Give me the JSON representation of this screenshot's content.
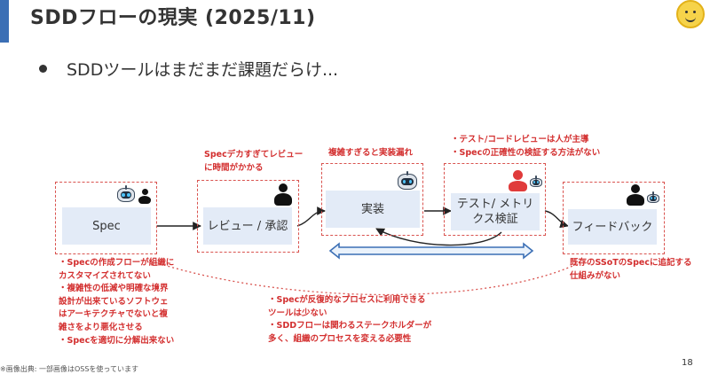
{
  "slide": {
    "title": "SDDフローの現実 (2025/11)",
    "bullet": "SDDツールはまだまだ課題だらけ...",
    "page_number": "18",
    "footnote": "※画像出典: 一部画像はOSSを使っています"
  },
  "flow": {
    "steps": [
      {
        "label": "Spec"
      },
      {
        "label": "レビュー / 承認"
      },
      {
        "label": "実装"
      },
      {
        "label": "テスト/ メトリクス検証"
      },
      {
        "label": "フィードバック"
      }
    ]
  },
  "notes": {
    "review": [
      "Specデカすぎてレビュー",
      "に時間がかかる"
    ],
    "impl": [
      "複雑すぎると実装漏れ"
    ],
    "test": [
      "・テスト/コードレビューは人が主導",
      "・Specの正確性の検証する方法がない"
    ],
    "spec": [
      "・Specの作成フローが組織に",
      "カスタマイズされてない",
      "・複雑性の低減や明確な境界",
      "設計が出来ているソフトウェ",
      "はアーキテクチャでないと複",
      "雑さをより悪化させる",
      "・Specを適切に分解出来ない"
    ],
    "process": [
      "・Specが反復的なプロセスに利用できる",
      "ツールは少ない",
      "・SDDフローは関わるステークホルダーが",
      "多く、組織のプロセスを変える必要性"
    ],
    "feedback": [
      "既存のSSoTのSpecに追記する",
      "仕組みがない"
    ]
  },
  "colors": {
    "accent_bar": "#3b6fb5",
    "box_fill": "#e3ebf7",
    "dash_red": "#d9534f",
    "note_red": "#d32f2f",
    "double_arrow": "#3b6fb5"
  },
  "icons": [
    "robot-icon",
    "person-icon",
    "logo-icon"
  ]
}
